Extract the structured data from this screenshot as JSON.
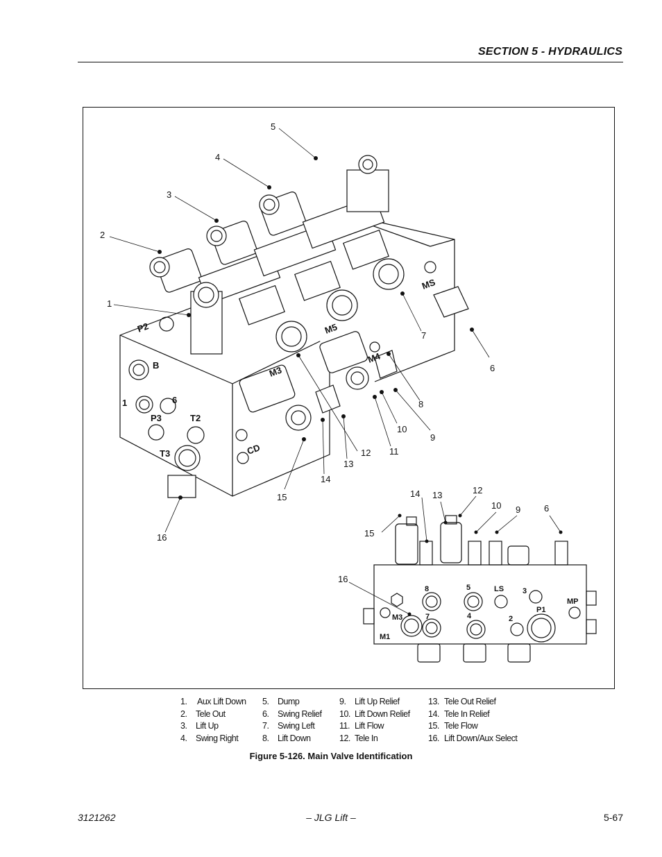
{
  "header": {
    "section_title": "SECTION 5 - HYDRAULICS"
  },
  "figure": {
    "callouts_main": [
      "1",
      "2",
      "3",
      "4",
      "5",
      "6",
      "7",
      "8",
      "9",
      "10",
      "11",
      "12",
      "13",
      "14",
      "15",
      "16"
    ],
    "port_labels_main": [
      "P2",
      "B",
      "1",
      "6",
      "P3",
      "T2",
      "T3",
      "CD",
      "MS",
      "M4",
      "M5",
      "M3"
    ],
    "callouts_inset": [
      "14",
      "13",
      "12",
      "10",
      "9",
      "6",
      "15",
      "16"
    ],
    "port_labels_inset": [
      "8",
      "5",
      "LS",
      "3",
      "MP",
      "7",
      "4",
      "2",
      "P1",
      "M3",
      "M1"
    ]
  },
  "legend": {
    "col1": [
      {
        "num": "1.",
        "text": "Aux Lift Down"
      },
      {
        "num": "2.",
        "text": "Tele Out"
      },
      {
        "num": "3.",
        "text": "Lift Up"
      },
      {
        "num": "4.",
        "text": "Swing Right"
      }
    ],
    "col2": [
      {
        "num": "5.",
        "text": "Dump"
      },
      {
        "num": "6.",
        "text": "Swing Relief"
      },
      {
        "num": "7.",
        "text": "Swing Left"
      },
      {
        "num": "8.",
        "text": "Lift Down"
      }
    ],
    "col3": [
      {
        "num": "9.",
        "text": "Lift Up Relief"
      },
      {
        "num": "10.",
        "text": "Lift Down Relief"
      },
      {
        "num": "11.",
        "text": "Lift Flow"
      },
      {
        "num": "12.",
        "text": "Tele In"
      }
    ],
    "col4": [
      {
        "num": "13.",
        "text": "Tele Out Relief"
      },
      {
        "num": "14.",
        "text": "Tele In Relief"
      },
      {
        "num": "15.",
        "text": "Tele Flow"
      },
      {
        "num": "16.",
        "text": "Lift Down/Aux Select"
      }
    ]
  },
  "caption": "Figure 5-126.  Main Valve Identification",
  "footer": {
    "doc_number": "3121262",
    "company": "– JLG Lift –",
    "page": "5-67"
  }
}
